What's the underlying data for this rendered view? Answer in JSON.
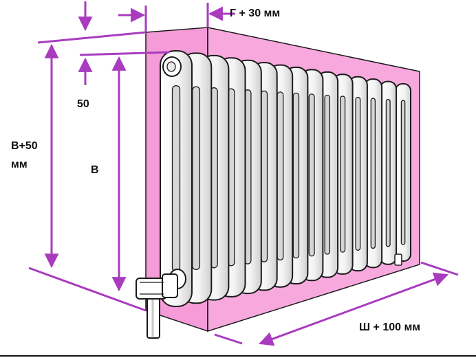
{
  "labels": {
    "depth": "Г + 30 мм",
    "gap": "50",
    "total_height_line1": "В+50",
    "total_height_line2": "мм",
    "height": "В",
    "width": "Ш + 100 мм"
  },
  "colors": {
    "niche": "#f59bd8",
    "niche_edge": "#ef5fc4",
    "dimension_line": "#a93bbf",
    "outline": "#1a1a1a",
    "radiator_fill": "#ffffff",
    "radiator_shade": "#dcdcdc"
  },
  "radiator": {
    "sections": 15
  }
}
